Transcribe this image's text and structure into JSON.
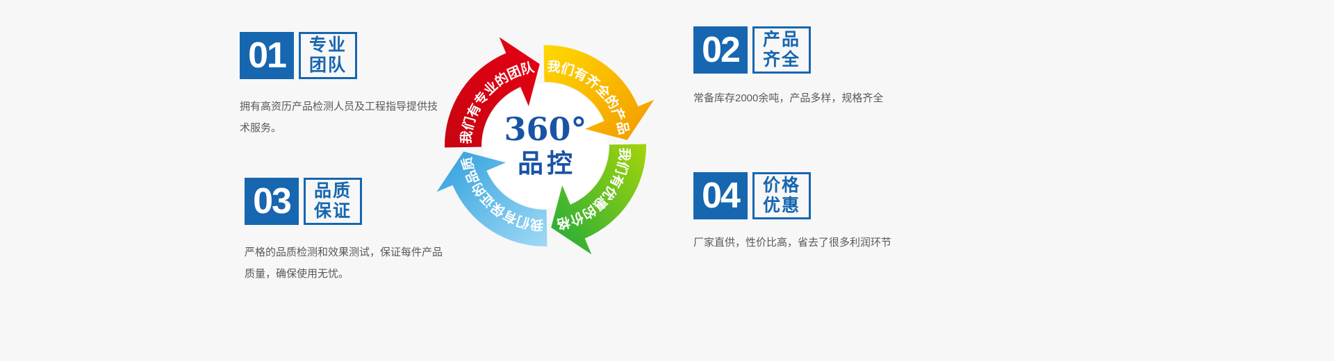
{
  "page": {
    "background": "#f7f7f7"
  },
  "features": [
    {
      "number": "01",
      "title_line1": "专业",
      "title_line2": "团队",
      "desc": "拥有高资历产品检测人员及工程指导提供技术服务。"
    },
    {
      "number": "02",
      "title_line1": "产品",
      "title_line2": "齐全",
      "desc": "常备库存2000余吨，产品多样，规格齐全"
    },
    {
      "number": "03",
      "title_line1": "品质",
      "title_line2": "保证",
      "desc": "严格的品质检测和效果测试，保证每件产品质量，确保使用无忧。"
    },
    {
      "number": "04",
      "title_line1": "价格",
      "title_line2": "优惠",
      "desc": "厂家直供，性价比高，省去了很多利润环节"
    }
  ],
  "diagram": {
    "center_line1": "360°",
    "center_line2": "品控",
    "arrows": [
      {
        "id": "team",
        "label": "我们有专业的团队",
        "color_start": "#c70511",
        "color_end": "#e60012"
      },
      {
        "id": "products",
        "label": "我们有齐全的产品",
        "color_start": "#ffd800",
        "color_end": "#f39800"
      },
      {
        "id": "price",
        "label": "我们有优惠的价格",
        "color_start": "#a5d40a",
        "color_end": "#1faa3c"
      },
      {
        "id": "quality",
        "label": "我们有保证的品质",
        "color_start": "#9fd9f6",
        "color_end": "#2f9fdc"
      }
    ]
  },
  "colors": {
    "accent_blue": "#1666b0",
    "center_text_blue": "#1a53a5",
    "desc_gray": "#595959"
  }
}
